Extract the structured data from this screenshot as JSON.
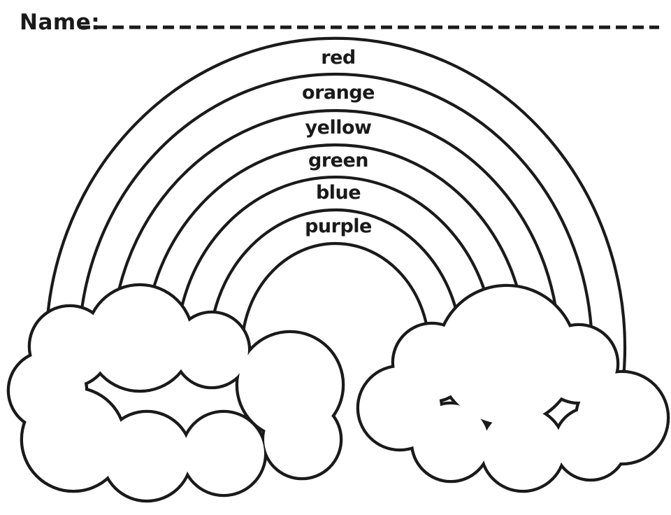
{
  "page": {
    "type": "coloring-worksheet",
    "paper_color": "#ffffff",
    "ink_color": "#1a1a1a"
  },
  "header": {
    "name_label": "Name:"
  },
  "rainbow": {
    "band_count": 6,
    "bands": [
      {
        "label": "red"
      },
      {
        "label": "orange"
      },
      {
        "label": "yellow"
      },
      {
        "label": "green"
      },
      {
        "label": "blue"
      },
      {
        "label": "purple"
      }
    ]
  },
  "scene": {
    "cloud_count": 2
  }
}
